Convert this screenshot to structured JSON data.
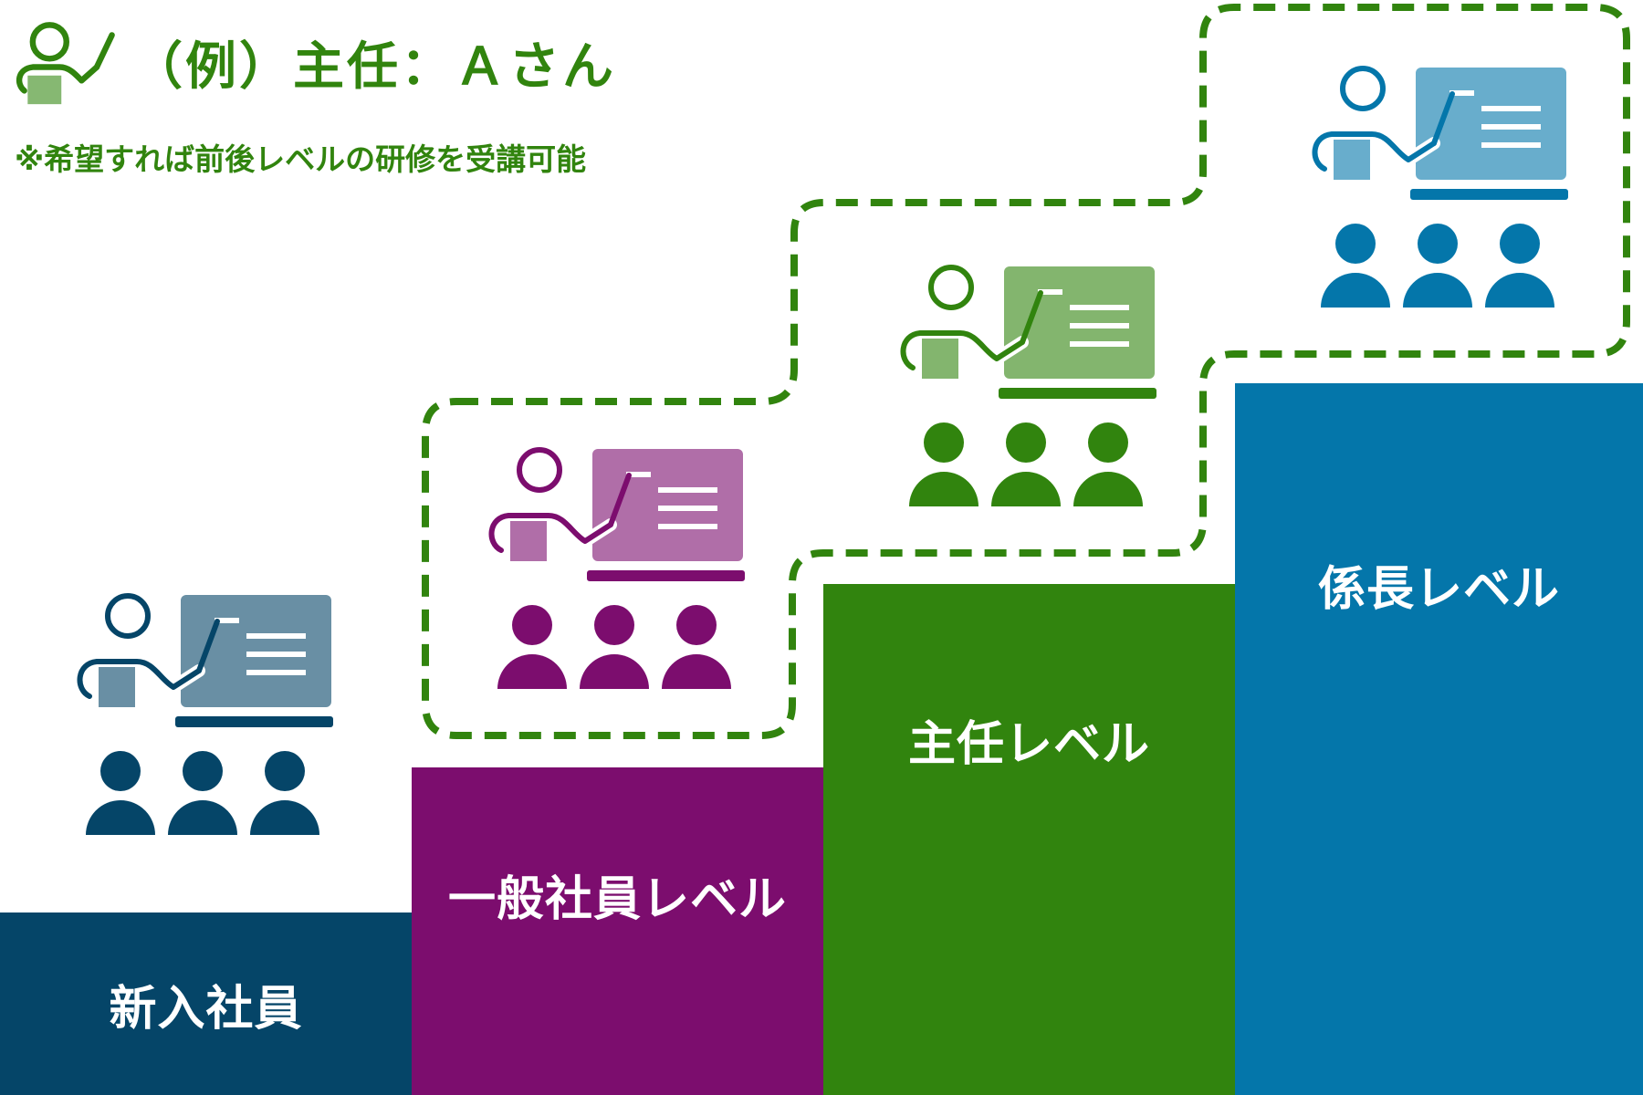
{
  "header": {
    "title": "（例）主任：Ａさん",
    "note": "※希望すれば前後レベルの研修を受講可能",
    "icon": "presenter-icon"
  },
  "colors": {
    "accent_green": "#31840e",
    "new_employee": "#054568",
    "general_staff": "#7c0d6e",
    "chief": "#31840e",
    "section_chief": "#0476aa",
    "dashed_outline": "#31840e"
  },
  "levels": [
    {
      "label": "新入社員",
      "color": "#054568",
      "icon": "training-seminar-icon"
    },
    {
      "label": "一般社員レベル",
      "color": "#7c0d6e",
      "icon": "training-seminar-icon"
    },
    {
      "label": "主任レベル",
      "color": "#31840e",
      "icon": "training-seminar-icon"
    },
    {
      "label": "係長レベル",
      "color": "#0476aa",
      "icon": "training-seminar-icon"
    }
  ]
}
